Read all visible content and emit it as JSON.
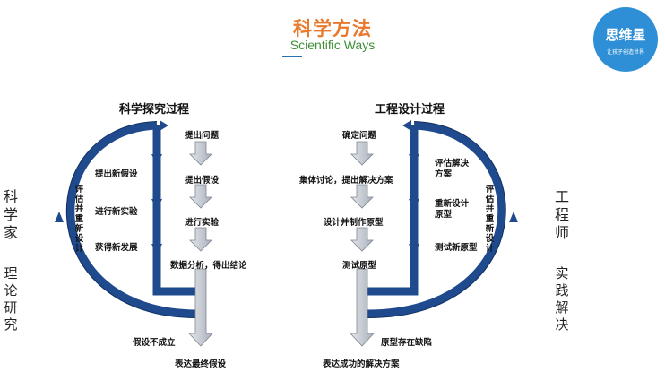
{
  "header": {
    "title": "科学方法",
    "subtitle": "Scientific Ways"
  },
  "logo": {
    "name": "logo",
    "main_text": "思维星",
    "sub_text": "让孩子创造世界",
    "color": "#2e8fd6"
  },
  "colors": {
    "loop": "#1f4b8e",
    "step_arrow": "#c3c9d1",
    "title": "#e8792d",
    "subtitle": "#3f8f38"
  },
  "left": {
    "heading": "科学探究过程",
    "steps": [
      "提出问题",
      "提出假设",
      "进行实验",
      "数据分析，得出结论"
    ],
    "loop_items": [
      "提出新假设",
      "进行新实验",
      "获得新发展"
    ],
    "vertical_label": "评估并重新设计",
    "fail_label": "假设不成立",
    "final_label": "表达最终假设",
    "side_title": "科学家",
    "side_subtitle": "理论研究"
  },
  "right": {
    "heading": "工程设计过程",
    "steps": [
      "确定问题",
      "集体讨论，提出解决方案",
      "设计并制作原型",
      "测试原型"
    ],
    "loop_items": [
      "评估解决方案",
      "重新设计原型",
      "测试新原型"
    ],
    "vertical_label": "评估并重新设计",
    "fail_label": "原型存在缺陷",
    "final_label": "表达成功的解决方案",
    "side_title": "工程师",
    "side_subtitle": "实践解决"
  }
}
